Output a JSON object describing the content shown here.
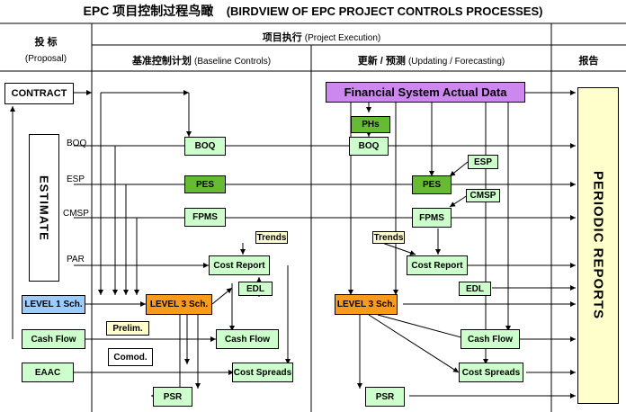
{
  "title": {
    "main": "EPC 项目控制过程鸟瞰",
    "sub": "(BIRDVIEW OF EPC PROJECT CONTROLS PROCESSES)"
  },
  "headers": {
    "proposal": "投 标",
    "proposal_en": "(Proposal)",
    "execution": "项目执行",
    "execution_en": "(Project Execution)",
    "baseline": "基准控制计划",
    "baseline_en": "(Baseline Controls)",
    "updating": "更新 / 预测",
    "updating_en": "(Updating / Forecasting)",
    "report": "报告"
  },
  "proposal": {
    "contract": "CONTRACT",
    "estimate": "ESTIMATE",
    "level1": "LEVEL 1 Sch.",
    "cashflow": "Cash Flow",
    "eaac": "EAAC",
    "labels": {
      "boq": "BOQ",
      "esp": "ESP",
      "cmsp": "CMSP",
      "par": "PAR"
    }
  },
  "baseline": {
    "boq": "BOQ",
    "pes": "PES",
    "fpms": "FPMS",
    "trends": "Trends",
    "cost_report": "Cost Report",
    "edl": "EDL",
    "level3": "LEVEL 3 Sch.",
    "prelim": "Prelim.",
    "cashflow": "Cash Flow",
    "comod": "Comod.",
    "cost_spreads": "Cost Spreads",
    "psr": "PSR"
  },
  "updating": {
    "financial": "Financial System Actual Data",
    "phs": "PHs",
    "boq": "BOQ",
    "esp": "ESP",
    "pes": "PES",
    "cmsp": "CMSP",
    "fpms": "FPMS",
    "trends": "Trends",
    "cost_report": "Cost Report",
    "edl": "EDL",
    "level3": "LEVEL 3 Sch.",
    "cashflow": "Cash Flow",
    "cost_spreads": "Cost Spreads",
    "psr": "PSR"
  },
  "report": {
    "periodic": "PERIODIC REPORTS"
  }
}
